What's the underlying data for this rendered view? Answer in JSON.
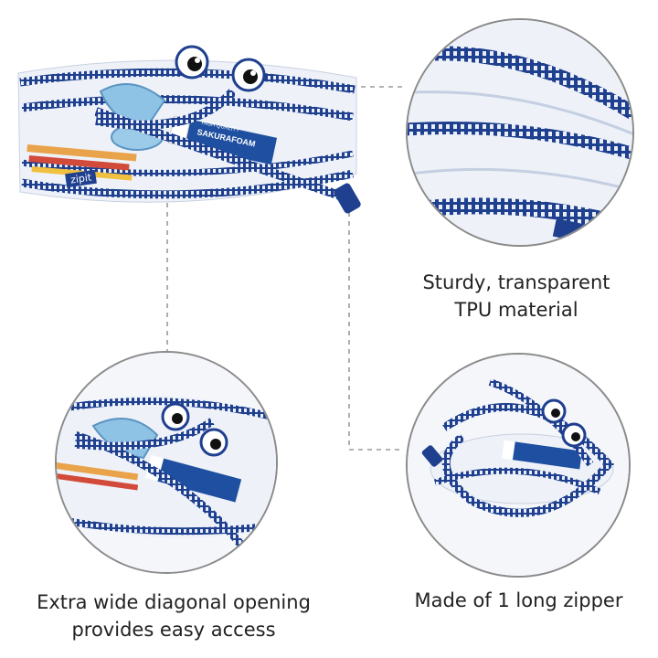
{
  "captions": {
    "material_line1": "Sturdy, transparent",
    "material_line2": "TPU material",
    "opening_line1": "Extra wide diagonal opening",
    "opening_line2": "provides easy access",
    "zipper": "Made of 1 long zipper"
  },
  "product_labels": {
    "brand": "zipit",
    "pen_brand": "SAKURAFOAM",
    "pen_tagline": "HIGH QUALITY"
  },
  "colors": {
    "zipper_blue": "#1f3f8f",
    "zipper_teeth": "#e9eef7",
    "connector_line": "#9a9a9a",
    "circle_border": "#8a8a8a"
  }
}
